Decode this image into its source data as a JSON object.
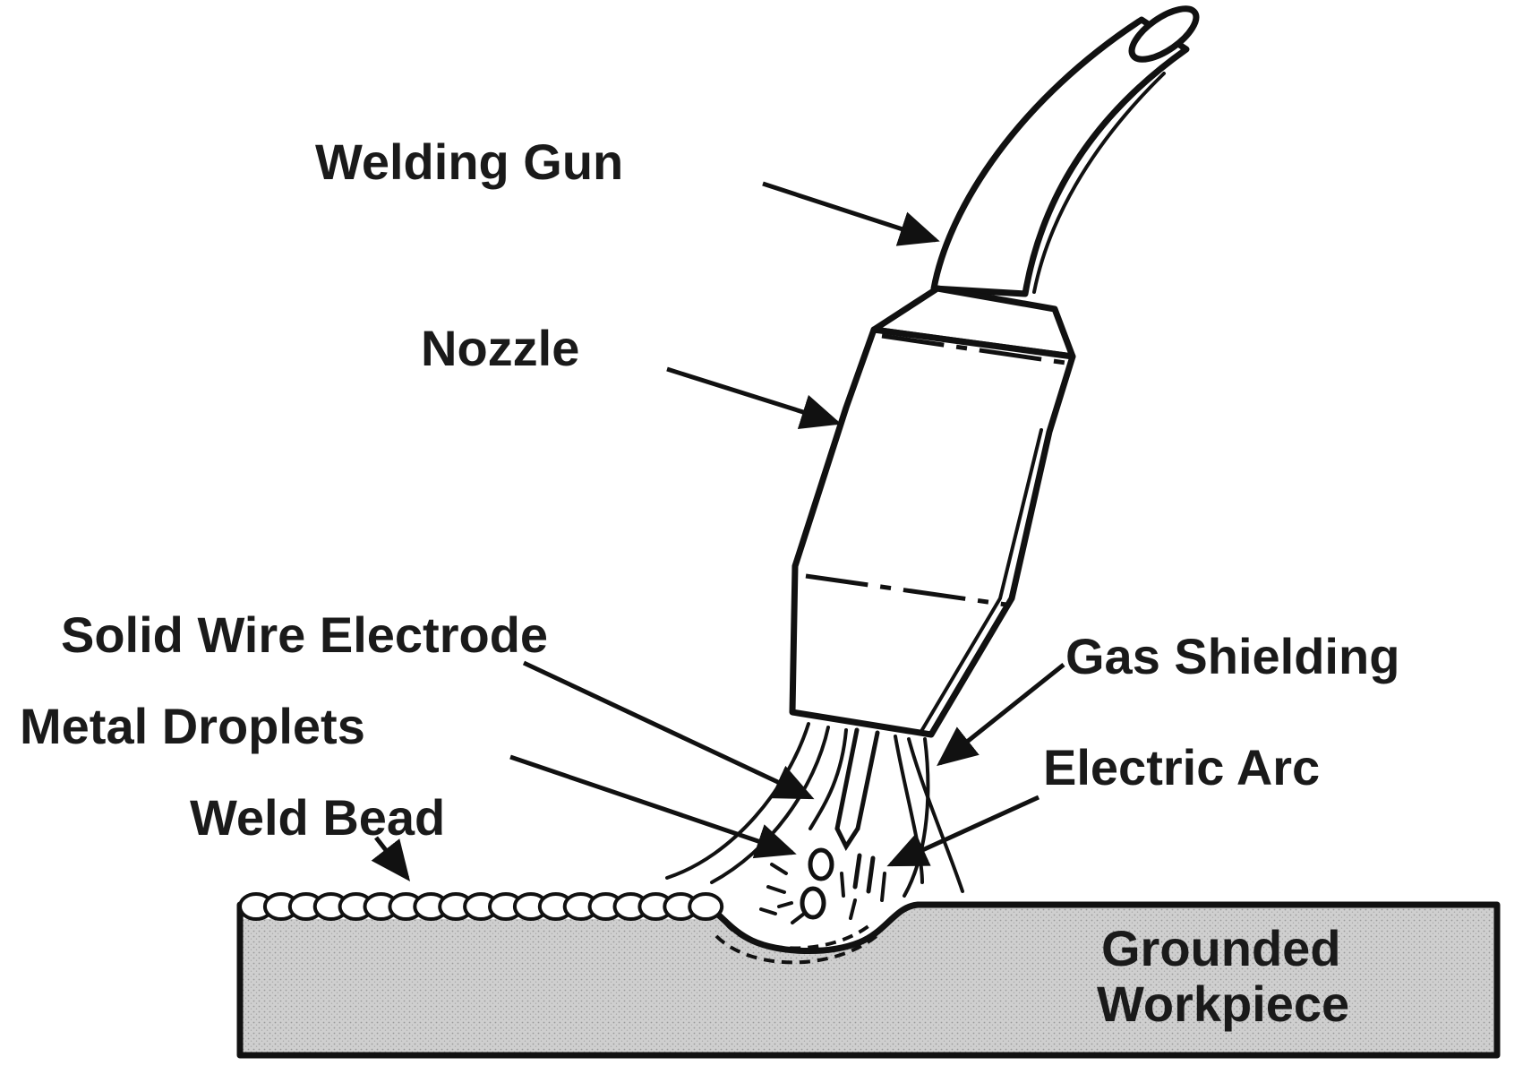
{
  "labels": {
    "welding_gun": "Welding Gun",
    "nozzle": "Nozzle",
    "solid_wire_electrode": "Solid Wire Electrode",
    "metal_droplets": "Metal Droplets",
    "weld_bead": "Weld Bead",
    "gas_shielding": "Gas Shielding",
    "electric_arc": "Electric Arc",
    "grounded": "Grounded",
    "workpiece": "Workpiece"
  },
  "colors": {
    "ink": "#111111",
    "workpiece_fill": "#c8c8c8",
    "background": "#ffffff"
  }
}
